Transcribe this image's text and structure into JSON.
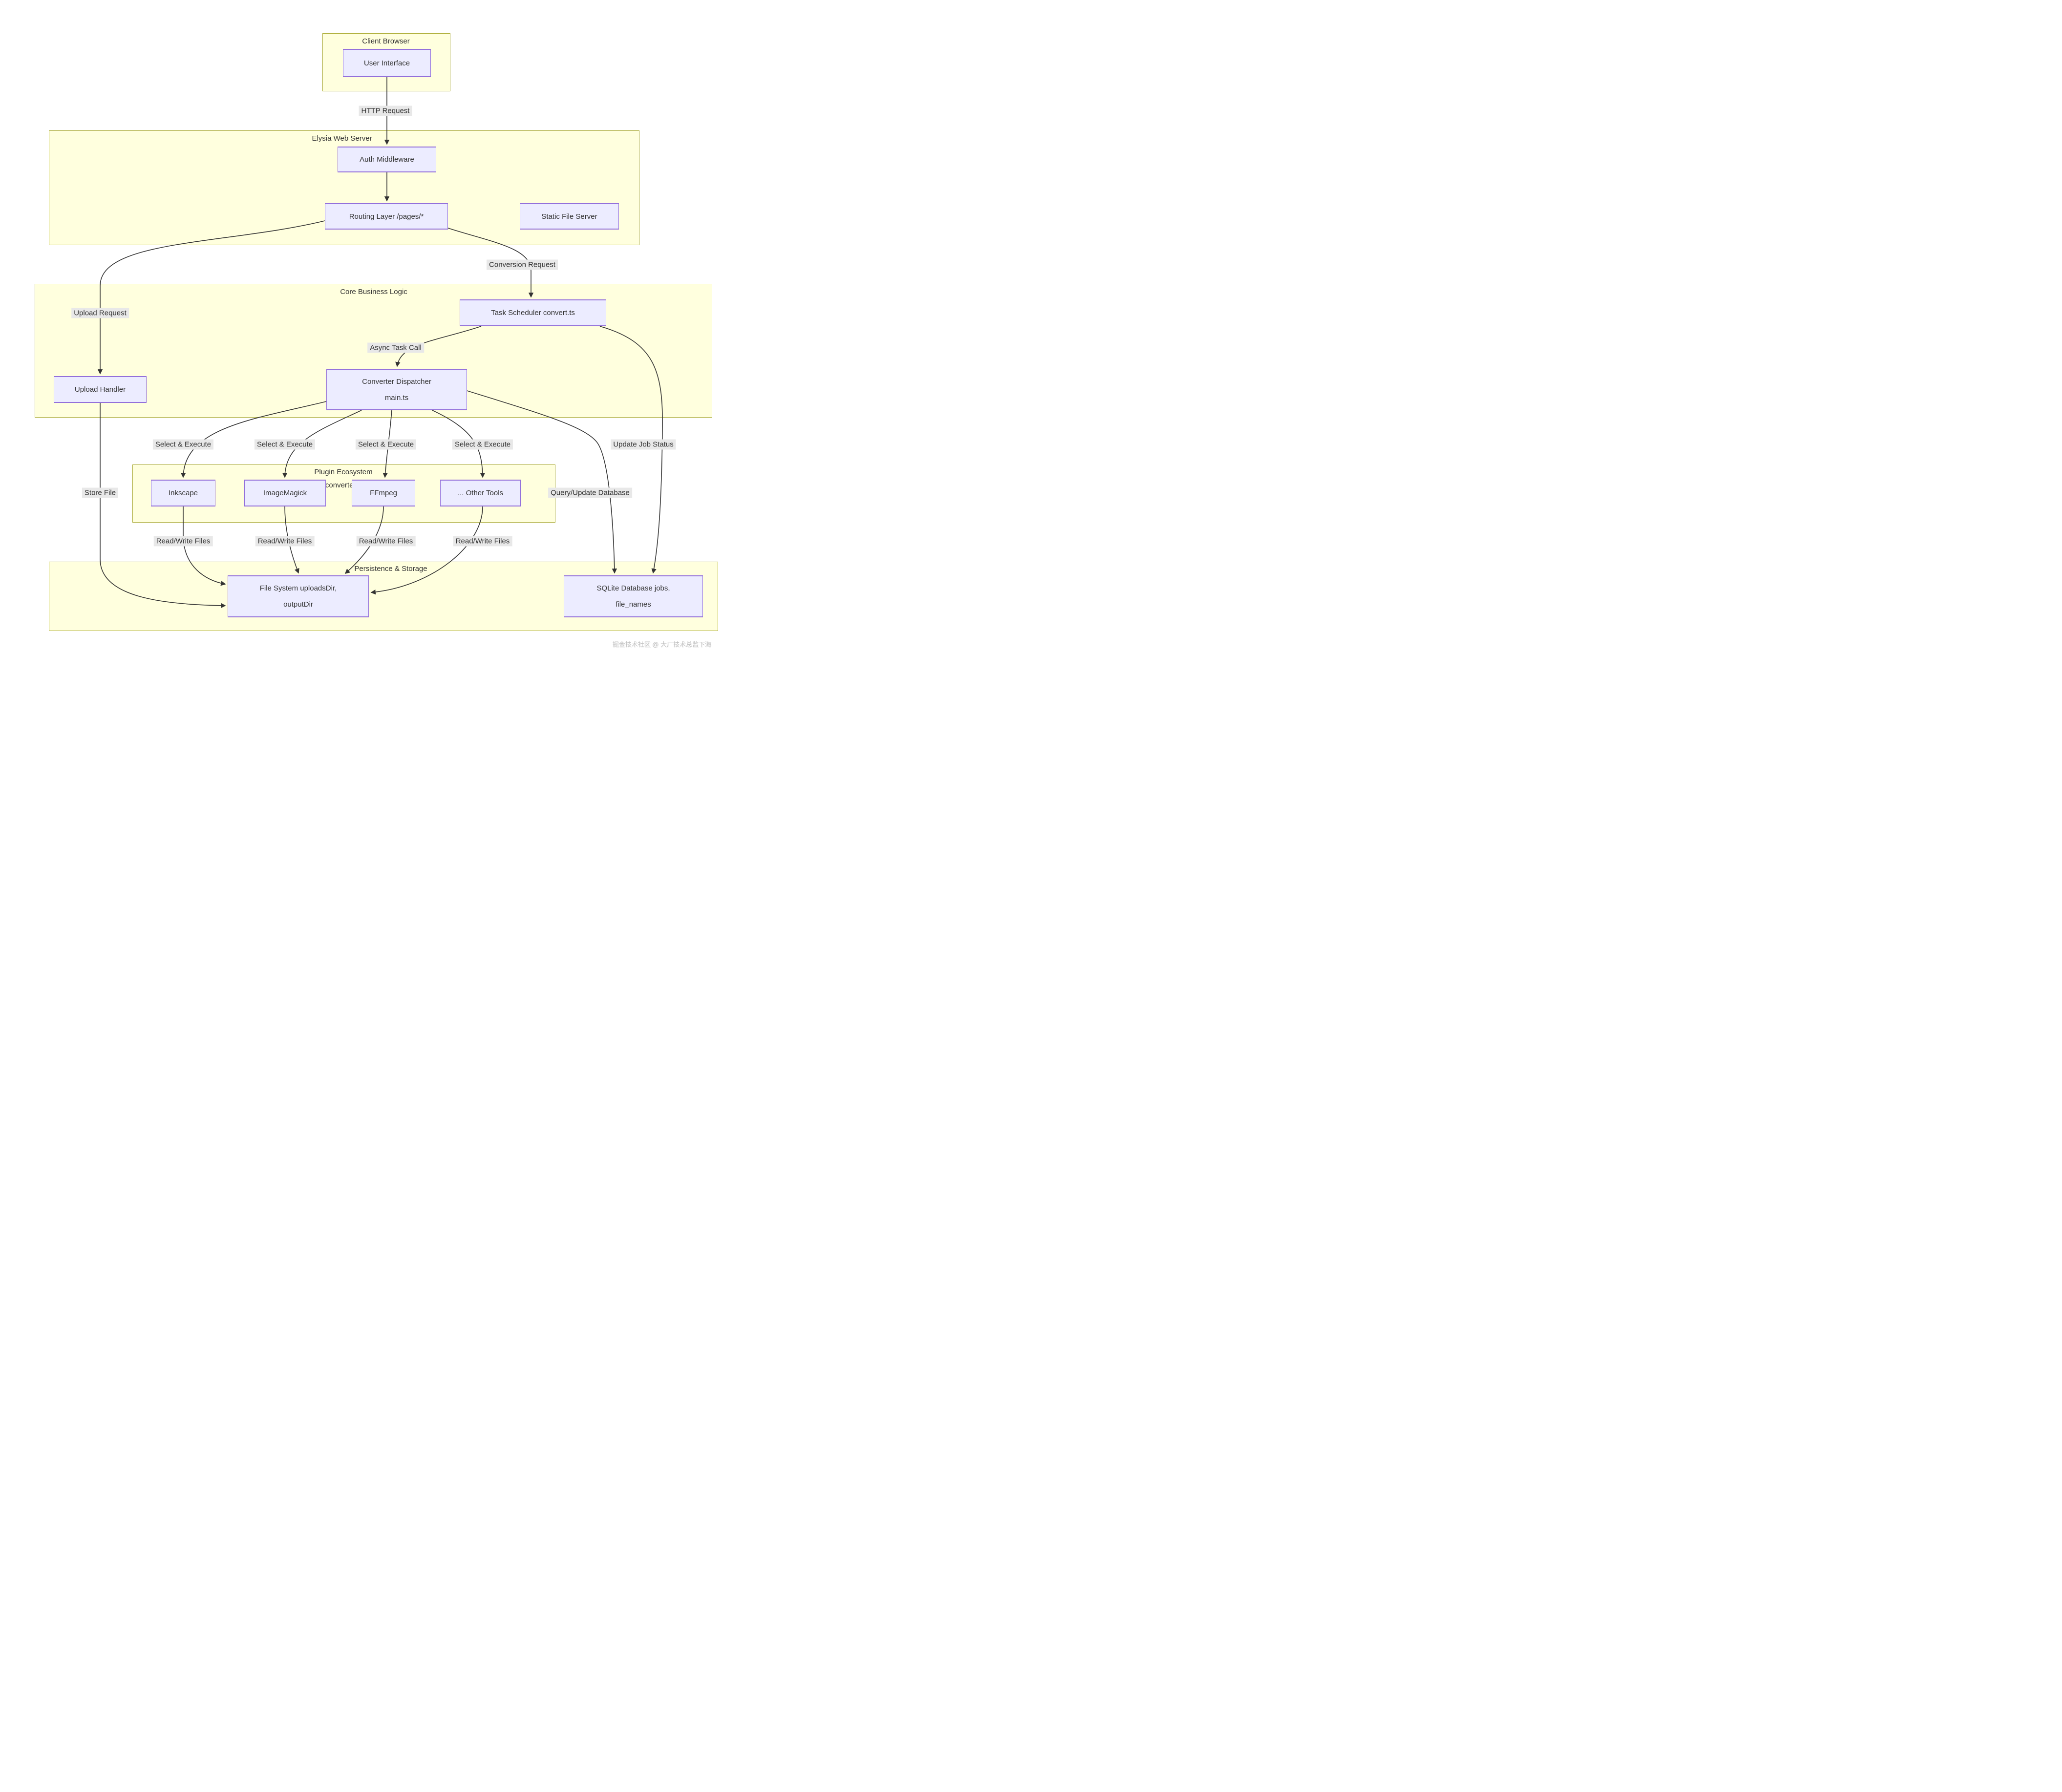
{
  "watermark": "掘金技术社区 @ 大厂技术总监下海",
  "colors": {
    "node_fill": "#ECECFF",
    "node_border": "#9370DB",
    "group_fill": "#FFFFDE",
    "group_border": "#AAAA33",
    "edge": "#333333",
    "edge_label_bg": "#E8E8E8",
    "text": "#333333"
  },
  "groups": {
    "client": {
      "label": "Client Browser"
    },
    "server": {
      "label": "Elysia Web Server"
    },
    "core": {
      "label": "Core Business Logic"
    },
    "plugins": {
      "label": "Plugin Ecosystem",
      "sublabel": "converters/"
    },
    "storage": {
      "label": "Persistence & Storage"
    }
  },
  "nodes": {
    "ui": {
      "label": "User Interface"
    },
    "auth": {
      "label": "Auth Middleware"
    },
    "router": {
      "label": "Routing Layer /pages/*"
    },
    "static_server": {
      "label": "Static File Server"
    },
    "scheduler": {
      "label": "Task Scheduler convert.ts"
    },
    "upload": {
      "label": "Upload Handler"
    },
    "dispatcher": {
      "line1": "Converter Dispatcher",
      "line2": "main.ts"
    },
    "inkscape": {
      "label": "Inkscape"
    },
    "imagemagick": {
      "label": "ImageMagick"
    },
    "ffmpeg": {
      "label": "FFmpeg"
    },
    "other_tools": {
      "label": "... Other Tools"
    },
    "filesystem": {
      "line1": "File System uploadsDir,",
      "line2": "outputDir"
    },
    "database": {
      "line1": "SQLite Database jobs,",
      "line2": "file_names"
    }
  },
  "edge_labels": {
    "http_request": "HTTP Request",
    "conversion_request": "Conversion Request",
    "upload_request": "Upload Request",
    "async_task_call": "Async Task Call",
    "select_execute_inkscape": "Select & Execute",
    "select_execute_imagemagick": "Select & Execute",
    "select_execute_ffmpeg": "Select & Execute",
    "select_execute_other": "Select & Execute",
    "update_job_status": "Update Job Status",
    "query_update_database": "Query/Update Database",
    "store_file": "Store File",
    "read_write_inkscape": "Read/Write Files",
    "read_write_imagemagick": "Read/Write Files",
    "read_write_ffmpeg": "Read/Write Files",
    "read_write_other": "Read/Write Files"
  }
}
